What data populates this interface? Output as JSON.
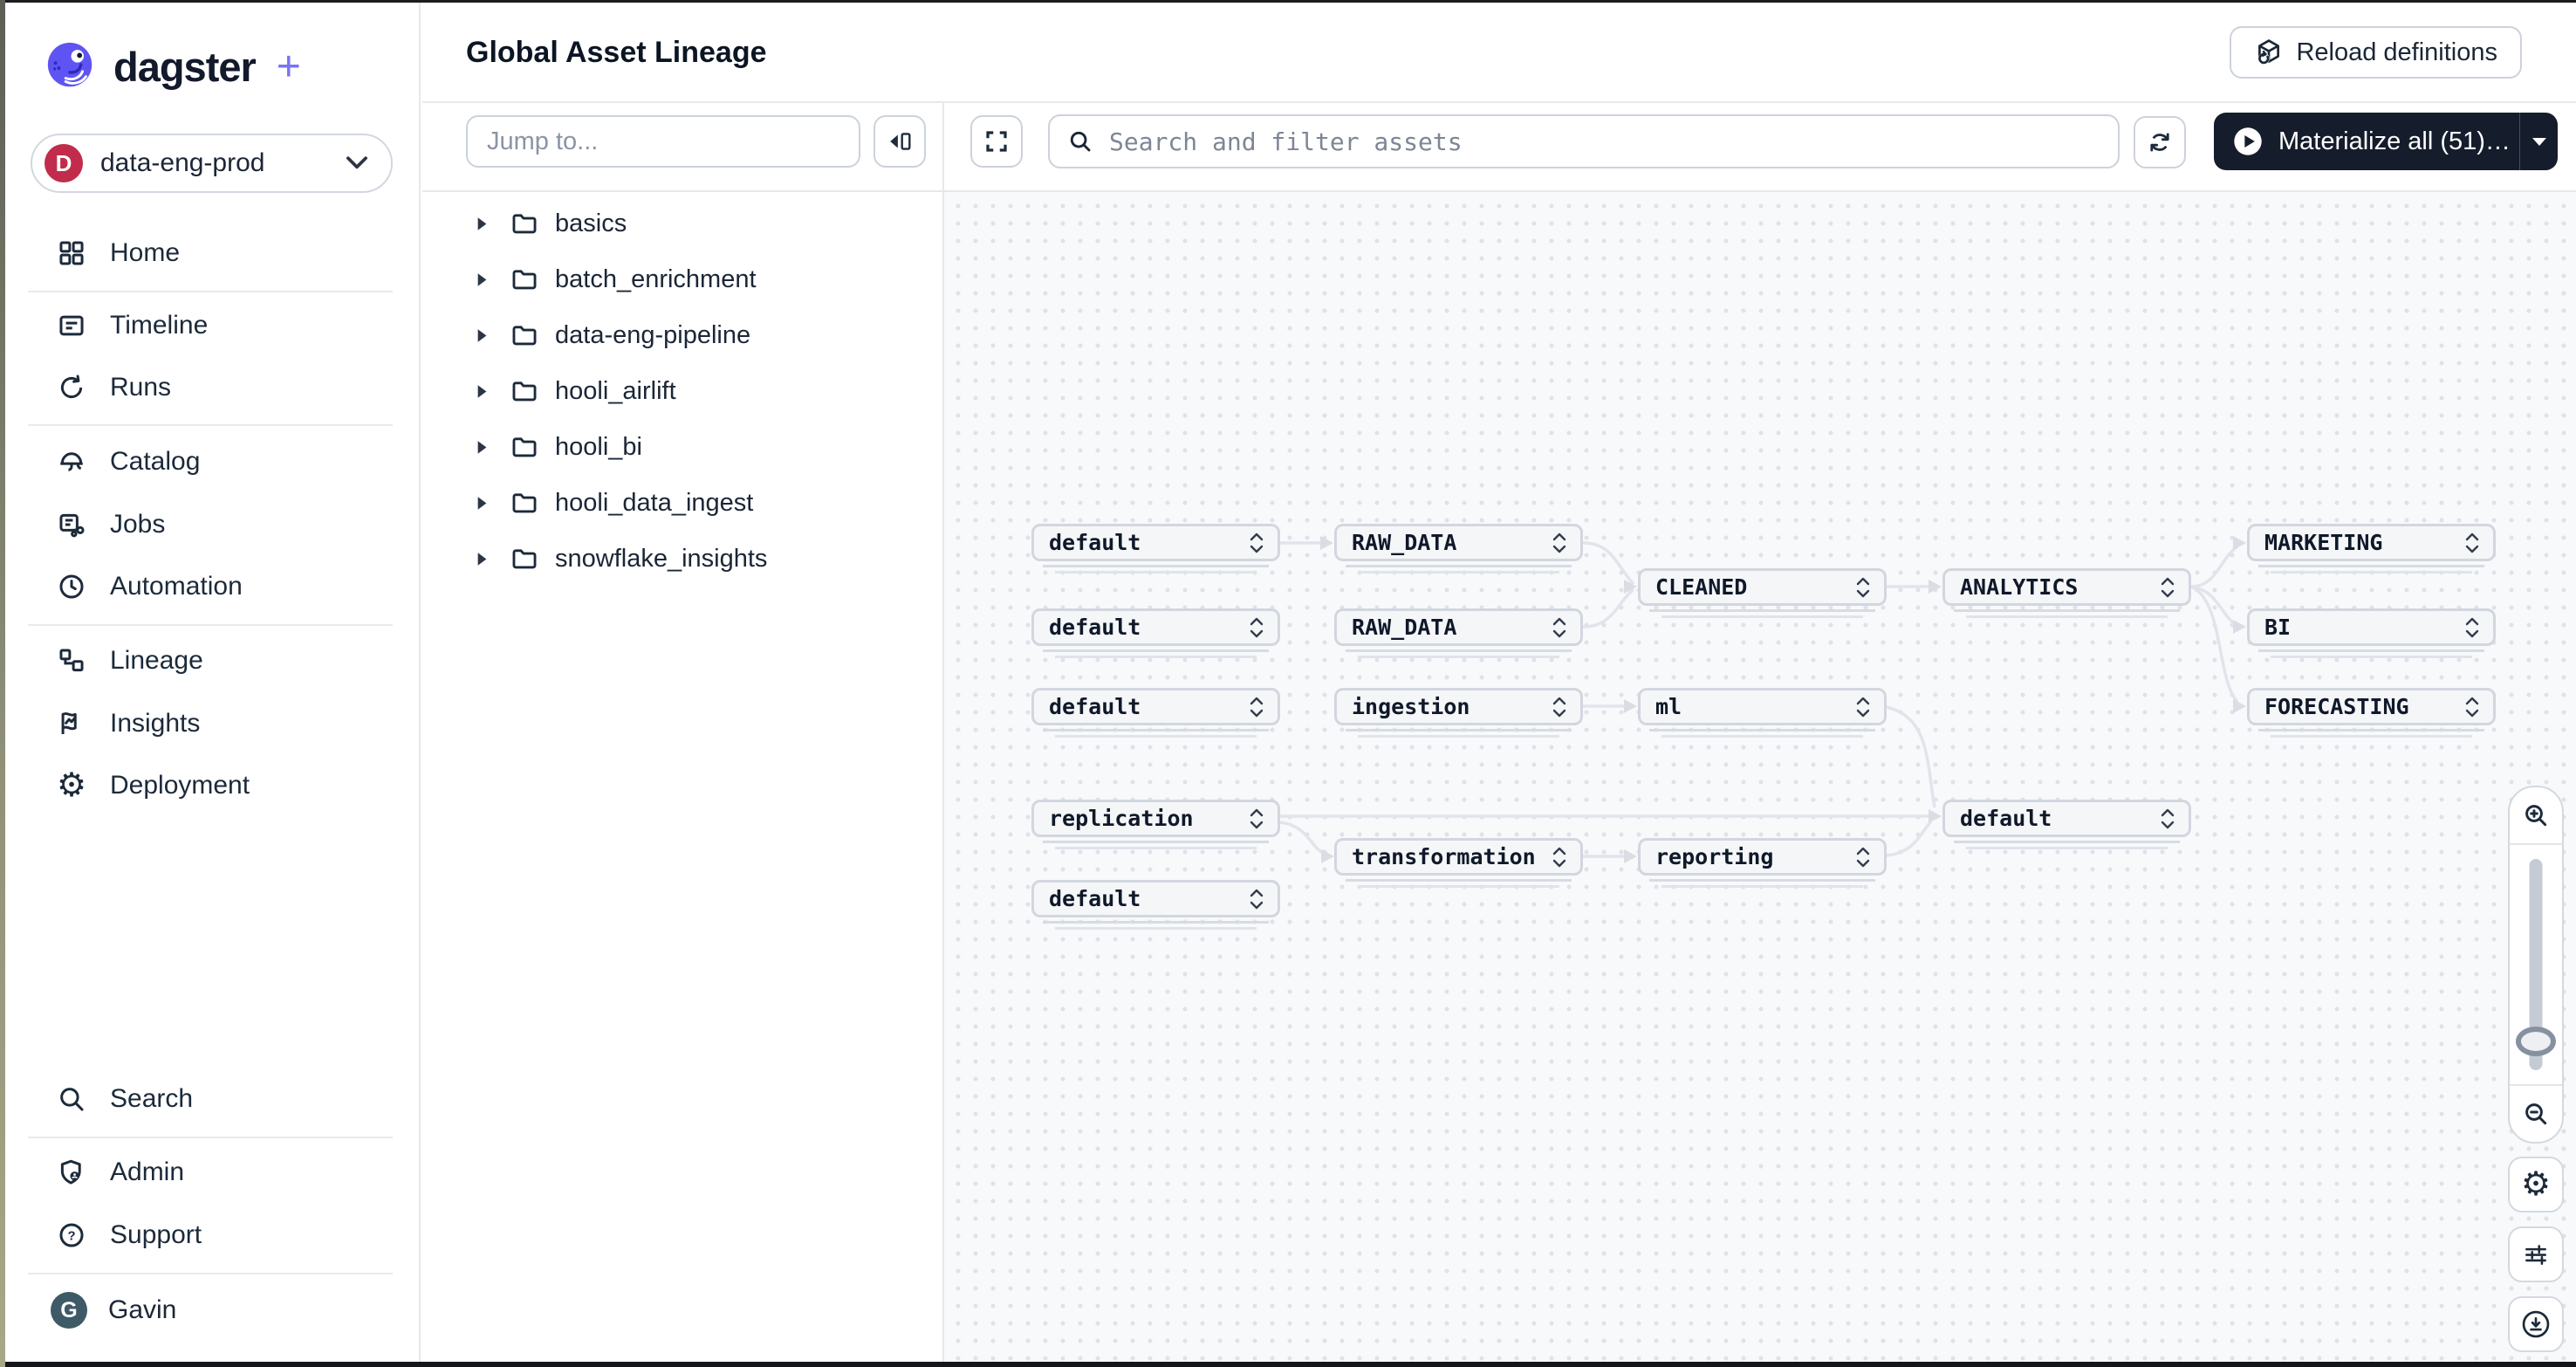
{
  "brand": {
    "name": "dagster",
    "plus": "+"
  },
  "workspace": {
    "name": "data-eng-prod",
    "initial": "D"
  },
  "sidebar": {
    "items": [
      {
        "label": "Home"
      },
      {
        "label": "Timeline"
      },
      {
        "label": "Runs"
      },
      {
        "label": "Catalog"
      },
      {
        "label": "Jobs"
      },
      {
        "label": "Automation"
      },
      {
        "label": "Lineage"
      },
      {
        "label": "Insights"
      },
      {
        "label": "Deployment"
      },
      {
        "label": "Search"
      },
      {
        "label": "Admin"
      },
      {
        "label": "Support"
      }
    ],
    "user": {
      "name": "Gavin",
      "initial": "G"
    }
  },
  "header": {
    "title": "Global Asset Lineage",
    "reload_button": "Reload definitions"
  },
  "tree_panel": {
    "jump_placeholder": "Jump to...",
    "folders": [
      "basics",
      "batch_enrichment",
      "data-eng-pipeline",
      "hooli_airlift",
      "hooli_bi",
      "hooli_data_ingest",
      "snowflake_insights"
    ]
  },
  "graph_toolbar": {
    "search_placeholder": "Search and filter assets",
    "materialize_label": "Materialize all (51)…"
  },
  "graph": {
    "nodes": [
      {
        "label": "default"
      },
      {
        "label": "RAW_DATA"
      },
      {
        "label": "MARKETING"
      },
      {
        "label": "CLEANED"
      },
      {
        "label": "ANALYTICS"
      },
      {
        "label": "default"
      },
      {
        "label": "RAW_DATA"
      },
      {
        "label": "BI"
      },
      {
        "label": "default"
      },
      {
        "label": "ingestion"
      },
      {
        "label": "ml"
      },
      {
        "label": "FORECASTING"
      },
      {
        "label": "replication"
      },
      {
        "label": "default"
      },
      {
        "label": "transformation"
      },
      {
        "label": "reporting"
      },
      {
        "label": "default"
      }
    ],
    "edges": [
      [
        "default.0",
        "RAW_DATA.1"
      ],
      [
        "RAW_DATA.1",
        "CLEANED.3"
      ],
      [
        "RAW_DATA.6",
        "CLEANED.3"
      ],
      [
        "CLEANED.3",
        "ANALYTICS.4"
      ],
      [
        "ANALYTICS.4",
        "MARKETING.2"
      ],
      [
        "ANALYTICS.4",
        "BI.7"
      ],
      [
        "ANALYTICS.4",
        "FORECASTING.11"
      ],
      [
        "ingestion.9",
        "ml.10"
      ],
      [
        "ml.10",
        "default.13"
      ],
      [
        "replication.12",
        "default.13"
      ],
      [
        "replication.12",
        "transformation.14"
      ],
      [
        "transformation.14",
        "reporting.15"
      ],
      [
        "reporting.15",
        "default.13"
      ]
    ]
  },
  "colors": {
    "accent_purple": "#5E54F3",
    "materialize_bg": "#151D2C",
    "workspace_badge": "#C12C4C",
    "avatar": "#3D5A66",
    "edge": "#E1E4EA",
    "node_border": "#D2D6DE"
  }
}
